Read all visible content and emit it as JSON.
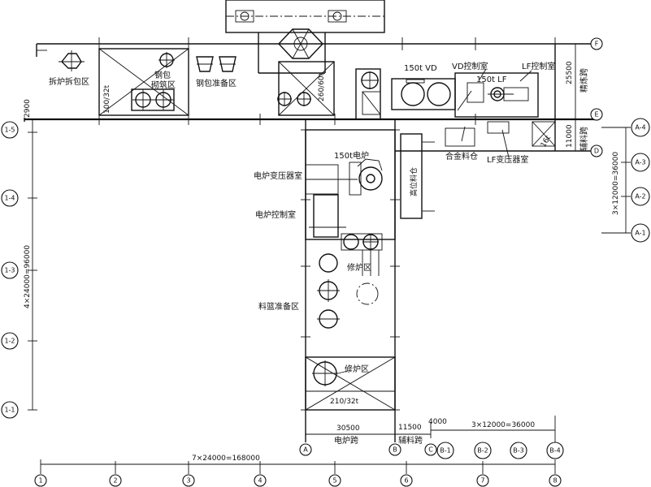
{
  "columns": [
    "1",
    "2",
    "3",
    "4",
    "5",
    "6",
    "7",
    "8"
  ],
  "sub_columns": [
    "C",
    "B-1",
    "B-2",
    "B-3",
    "B-4"
  ],
  "bottom_axes": [
    "A",
    "B"
  ],
  "rows_left": [
    "1-5",
    "1-4",
    "1-3",
    "1-2",
    "1-1"
  ],
  "rows_right_upper": [
    "F",
    "E",
    "D"
  ],
  "rows_right": [
    "A-4",
    "A-3",
    "A-2",
    "A-1"
  ],
  "dims": {
    "overall": "7×24000=168000",
    "furnace_bay_w": "30500",
    "aux_bay_w": "11500",
    "c_offset": "4000",
    "b_bays": "3×12000=36000",
    "left_rows": "4×24000=96000",
    "top_left_small": "2900",
    "right_rows": "3×12000=36000",
    "refining_span": "25500",
    "aux_span": "11000"
  },
  "labels": {
    "bay_furnace": "电炉跨",
    "bay_aux": "辅料跨",
    "bay_refine": "精炼跨",
    "bay_aux_right": "辅料跨",
    "demolish": "拆炉拆包区",
    "ladle_build": "钢包\n砌筑区",
    "ladle_ready": "钢包准备区",
    "crane_100": "100/32t",
    "crane_260": "260/60t",
    "vd150": "150t VD",
    "vd_ctrl": "VD控制室",
    "lf_ctrl": "LF控制室",
    "lf150": "150t LF",
    "eaf150": "150t电炉",
    "eaf_trans": "电炉变压器室",
    "eaf_ctrl": "电炉控制室",
    "high_bin": "高位料仓",
    "alloy_bin": "合金料仓",
    "lf_trans": "LF变压器室",
    "ton16": "16t",
    "repair": "修炉区",
    "charge_prep": "料篮准备区",
    "repair2": "修炉区",
    "crane_210": "210/32t"
  }
}
